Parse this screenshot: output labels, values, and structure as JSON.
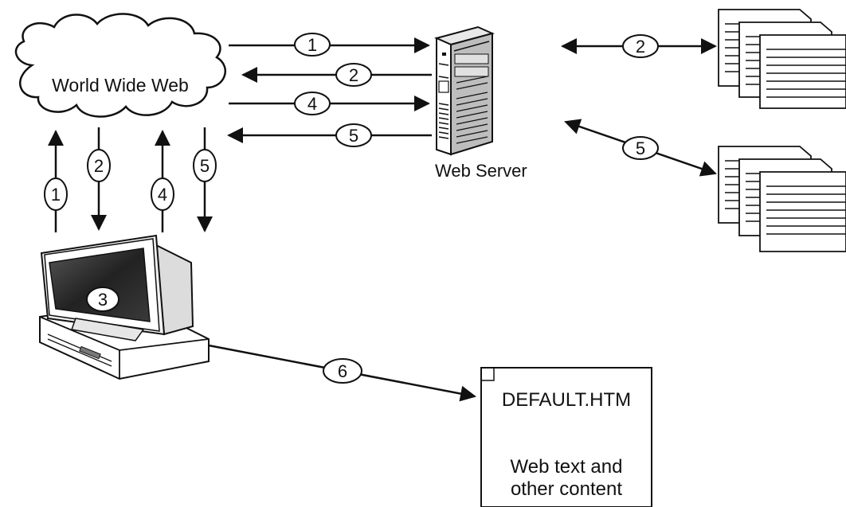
{
  "nodes": {
    "cloud_label": "World Wide Web",
    "server_label": "Web Server",
    "doc_filename": "DEFAULT.HTM",
    "doc_desc_line1": "Web text and",
    "doc_desc_line2": "other content"
  },
  "steps": {
    "cloud_to_server": "1",
    "server_to_cloud": "2",
    "cloud_to_server_second": "4",
    "server_to_cloud_second": "5",
    "server_to_docs_top": "2",
    "server_to_docs_bottom": "5",
    "pc_to_cloud": "1",
    "cloud_to_pc": "2",
    "pc_to_cloud_second": "4",
    "cloud_to_pc_second": "5",
    "pc_screen": "3",
    "pc_to_default": "6"
  },
  "colors": {
    "ink": "#111111",
    "screen": "#2a2a2a",
    "paper": "#ffffff"
  }
}
